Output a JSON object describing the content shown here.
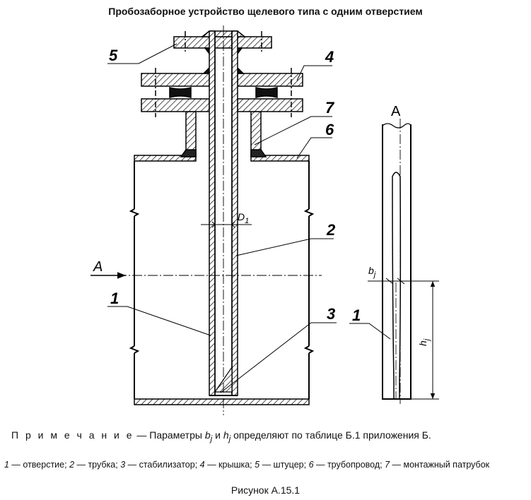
{
  "title": "Пробозаборное устройство щелевого типа с одним отверстием",
  "labels": {
    "l5": "5",
    "l4": "4",
    "l7": "7",
    "l6": "6",
    "l2": "2",
    "l3": "3",
    "l1": "1",
    "l1_side": "1",
    "arrow_a": "А",
    "view_a": "А"
  },
  "dims": {
    "d_main": "D",
    "d_sub": "1",
    "bj_main": "b",
    "bj_sub": "j",
    "hj_main": "h",
    "hj_sub": "j"
  },
  "note": {
    "prefix": "П р и м е ч а н и е",
    "dash": " — Параметры ",
    "b": "b",
    "bsub": "j",
    "and": " и ",
    "h": "h",
    "hsub": "j",
    "rest": " определяют по таблице Б.1 приложения Б."
  },
  "legend": [
    {
      "num": "1",
      "text": " — отверстие; "
    },
    {
      "num": "2",
      "text": " — трубка; "
    },
    {
      "num": "3",
      "text": " — стабилизатор; "
    },
    {
      "num": "4",
      "text": " — крышка; "
    },
    {
      "num": "5",
      "text": " — штуцер; "
    },
    {
      "num": "6",
      "text": " — трубопровод; "
    },
    {
      "num": "7",
      "text": " — монтажный патрубок"
    }
  ],
  "caption": "Рисунок А.15.1"
}
